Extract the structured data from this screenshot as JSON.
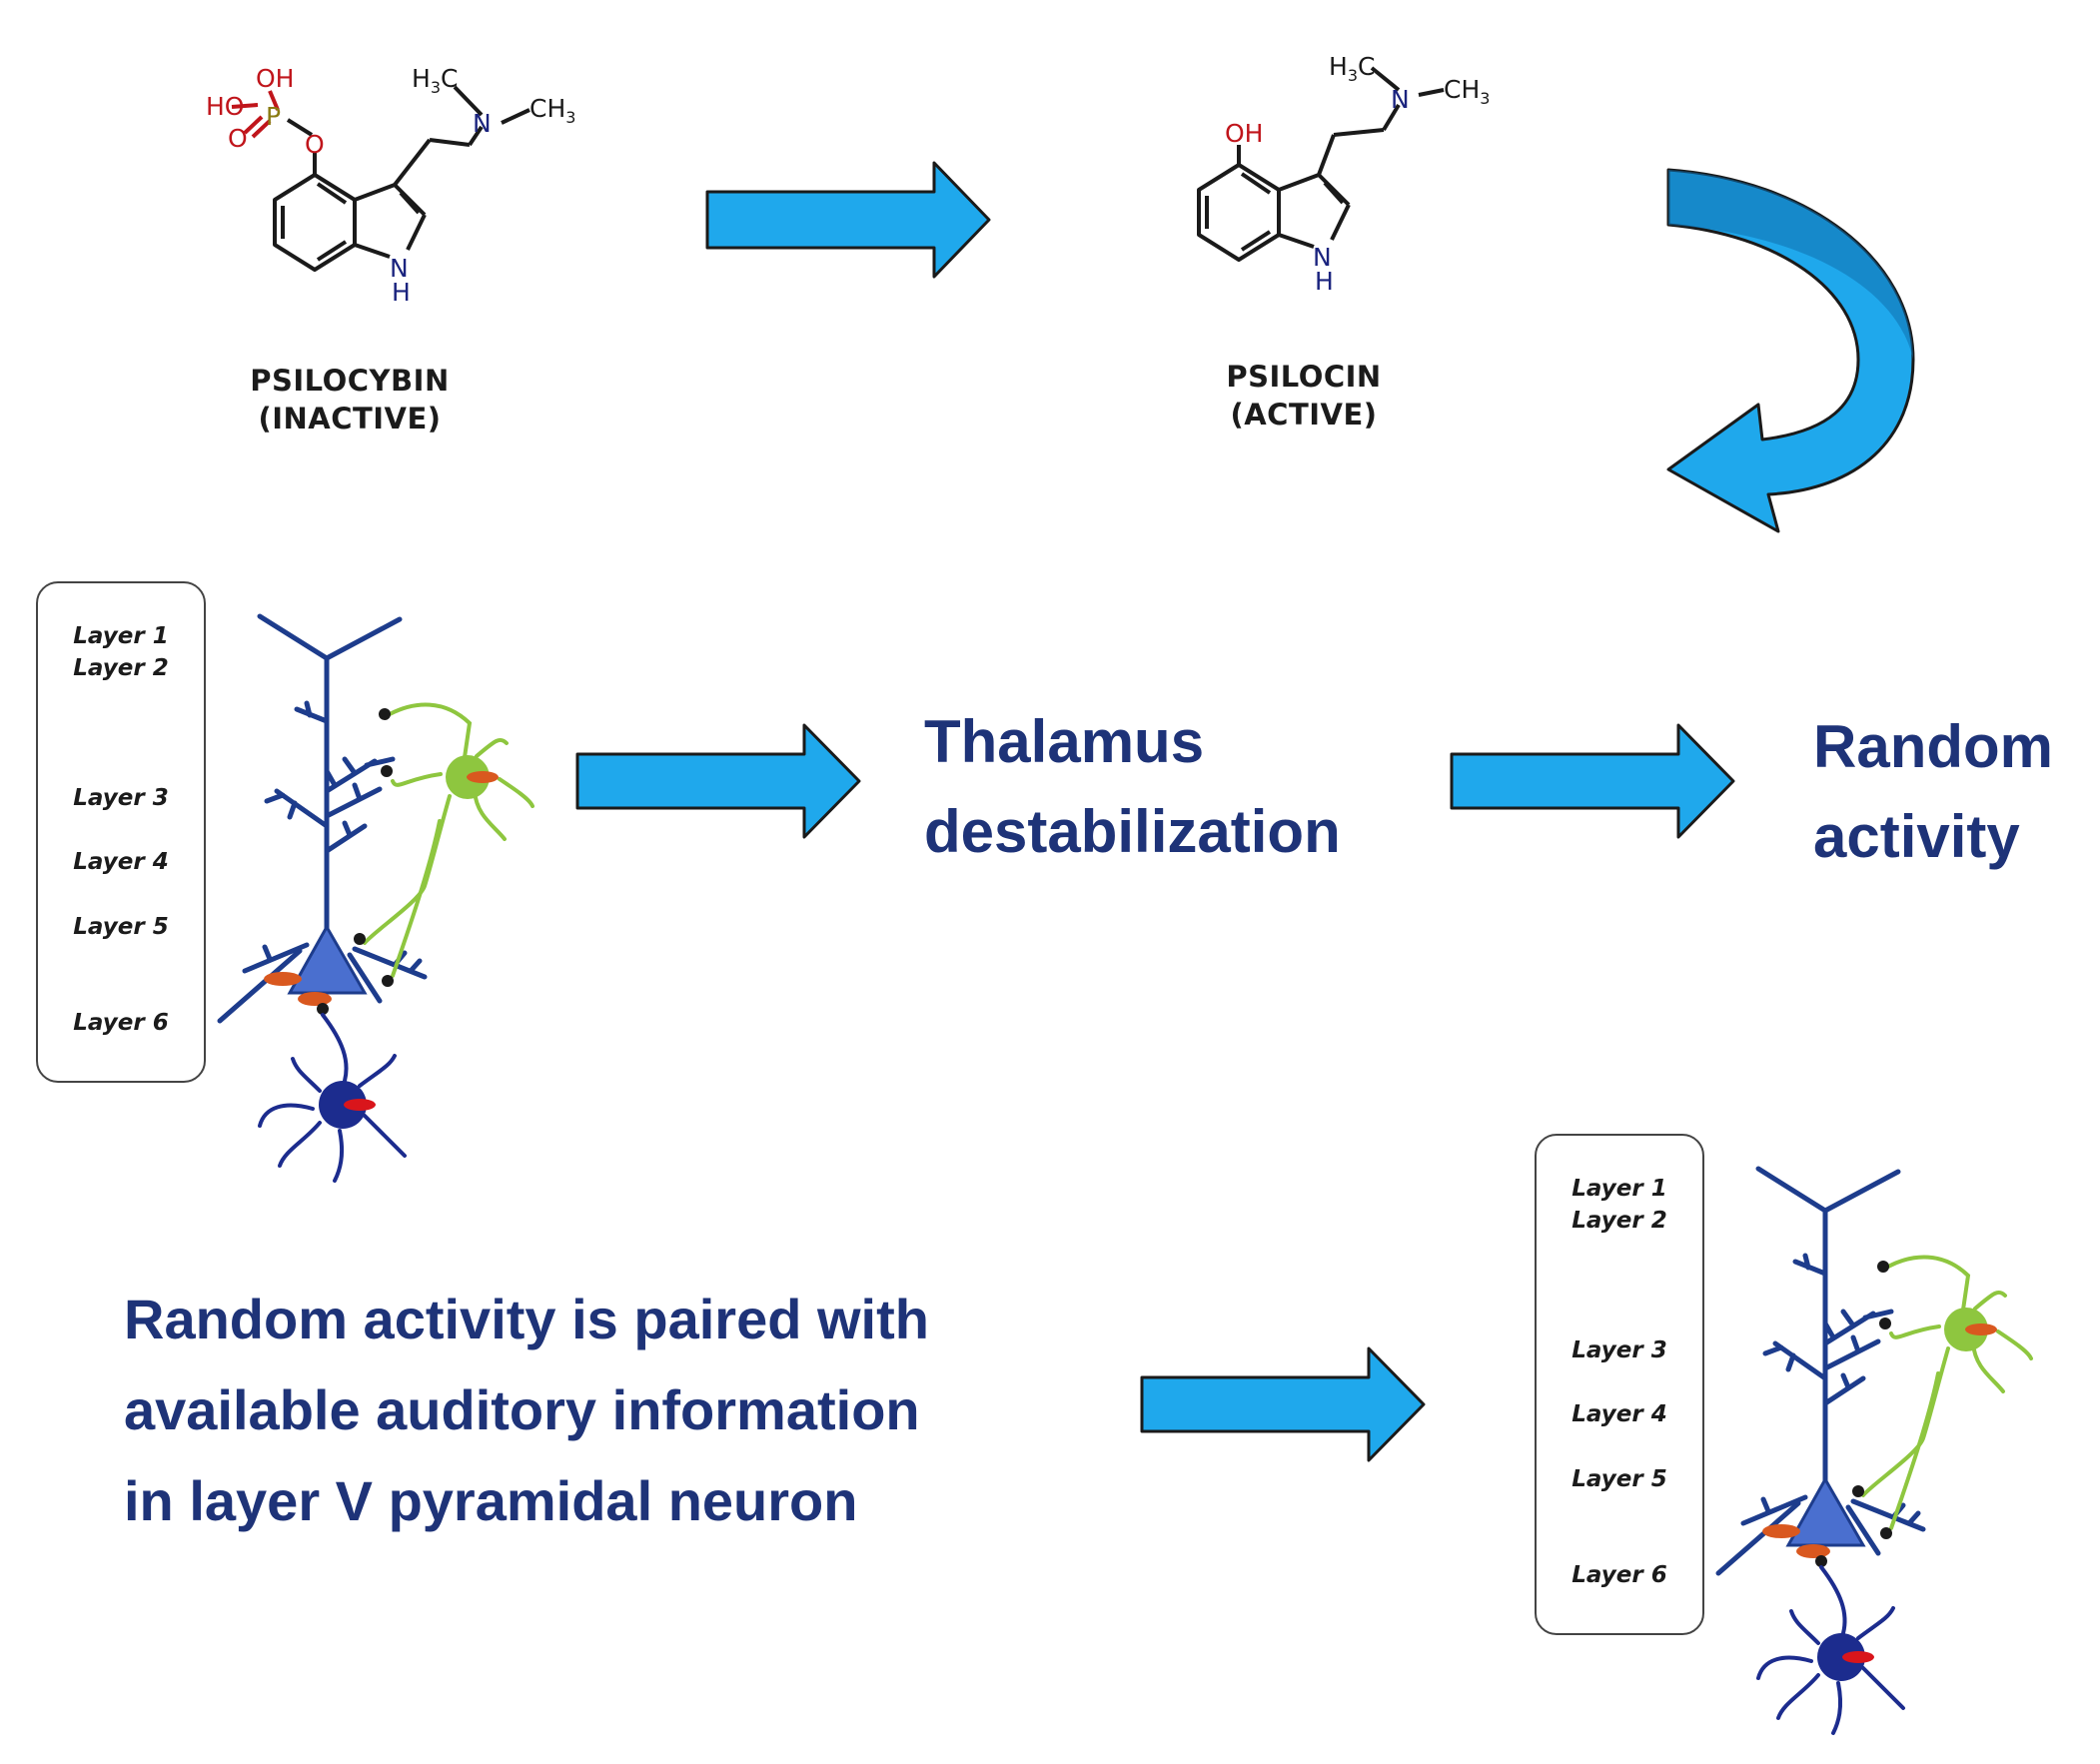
{
  "molecules": {
    "psilocybin": {
      "name": "PSILOCYBIN",
      "state": "(INACTIVE)"
    },
    "psilocin": {
      "name": "PSILOCIN",
      "state": "(ACTIVE)"
    }
  },
  "atoms": {
    "ho": "HO",
    "oh": "OH",
    "p": "P",
    "o": "O",
    "n": "N",
    "h": "H",
    "h3": "H",
    "three": "3",
    "c": "C",
    "ch": "CH"
  },
  "labels": {
    "thalamus": [
      "Thalamus",
      "destabilization"
    ],
    "random": [
      "Random",
      "activity"
    ],
    "bottom_text": [
      "Random activity is paired with",
      "available auditory information",
      "in layer V pyramidal neuron"
    ]
  },
  "cortex_layers": [
    "Layer 1",
    "Layer 2",
    "Layer 3",
    "Layer 4",
    "Layer 5",
    "Layer 6"
  ],
  "colors": {
    "arrow_fill": "#1fa8ec",
    "arrow_stroke": "#1a1a1a",
    "text_blue": "#1e3378",
    "pyramidal_neuron": "#1d3c8c",
    "interneuron_green": "#8ec63f",
    "interneuron_blue": "#1c2c8e",
    "synapse_orange": "#d9581f",
    "phosphate_red": "#c0151b",
    "nitrogen_blue": "#1a237e"
  }
}
